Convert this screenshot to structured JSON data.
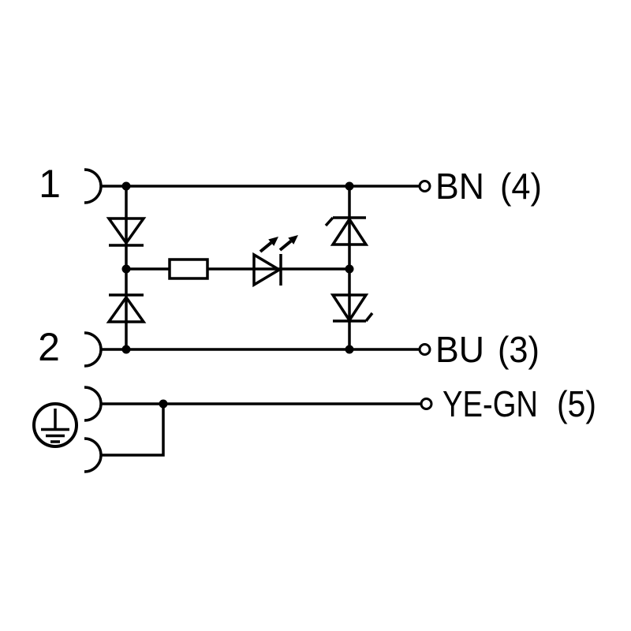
{
  "diagram": {
    "colors": {
      "line": "#000000",
      "background": "#ffffff"
    },
    "pins": [
      {
        "label": "1"
      },
      {
        "label": "2"
      }
    ],
    "terminals": [
      {
        "wire": "BN",
        "pin": "(4)"
      },
      {
        "wire": "BU",
        "pin": "(3)"
      },
      {
        "wire": "YE-GN",
        "pin": "(5)"
      }
    ],
    "components": [
      "connector-contact",
      "connector-contact",
      "connector-contact",
      "connector-contact",
      "diode",
      "diode",
      "zener-diode",
      "zener-diode",
      "resistor",
      "led",
      "protective-earth"
    ]
  }
}
